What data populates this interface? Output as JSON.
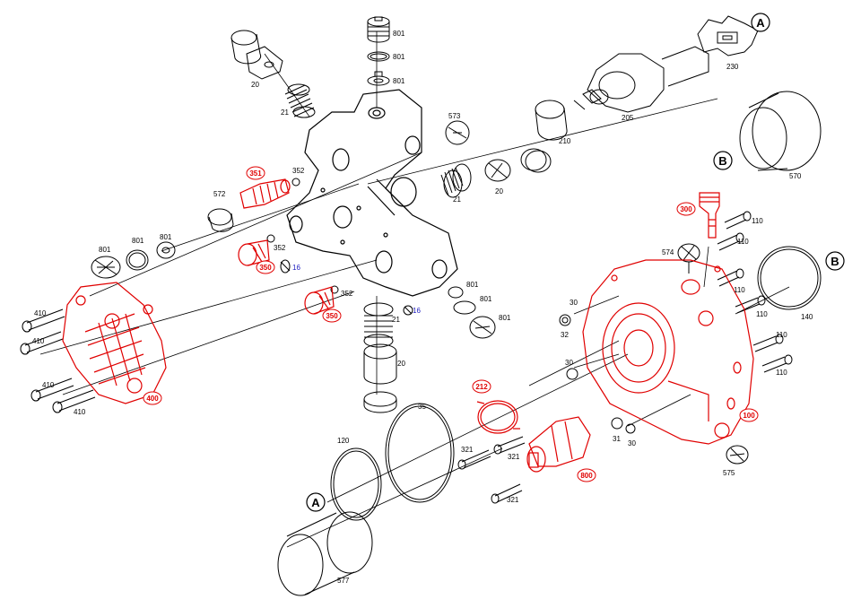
{
  "labels": {
    "l20a": "20",
    "l21a": "21",
    "l801t1": "801",
    "l801t2": "801",
    "l801t3": "801",
    "l573": "573",
    "l351": "351",
    "l352a": "352",
    "l572": "572",
    "l801l1": "801",
    "l801l2": "801",
    "l801l3": "801",
    "l352b": "352",
    "l16a": "16",
    "l350a": "350",
    "l352c": "352",
    "l350b": "350",
    "l16b": "16",
    "l410a": "410",
    "l410b": "410",
    "l410c": "410",
    "l410d": "410",
    "l400": "400",
    "l21b": "21",
    "l20b": "20",
    "l210": "210",
    "l205": "205",
    "l230": "230",
    "l570": "570",
    "l801r1": "801",
    "l801r2": "801",
    "l801r3": "801",
    "l20c": "20",
    "l300": "300",
    "l574": "574",
    "l110a": "110",
    "l110b": "110",
    "l110c": "110",
    "l110d": "110",
    "l110e": "110",
    "l110f": "110",
    "l140": "140",
    "l30a": "30",
    "l32": "32",
    "l30b": "30",
    "l212": "212",
    "l35": "35",
    "l120": "120",
    "l321a": "321",
    "l321b": "321",
    "l321c": "321",
    "l800": "800",
    "l31": "31",
    "l30c": "30",
    "l100": "100",
    "l575": "575",
    "l577": "577",
    "l21c": "21"
  },
  "refs": {
    "a1": "A",
    "a2": "A",
    "b1": "B",
    "b2": "B"
  },
  "colors": {
    "line": "#000000",
    "highlight": "#e00000",
    "blue": "#2020c0"
  }
}
